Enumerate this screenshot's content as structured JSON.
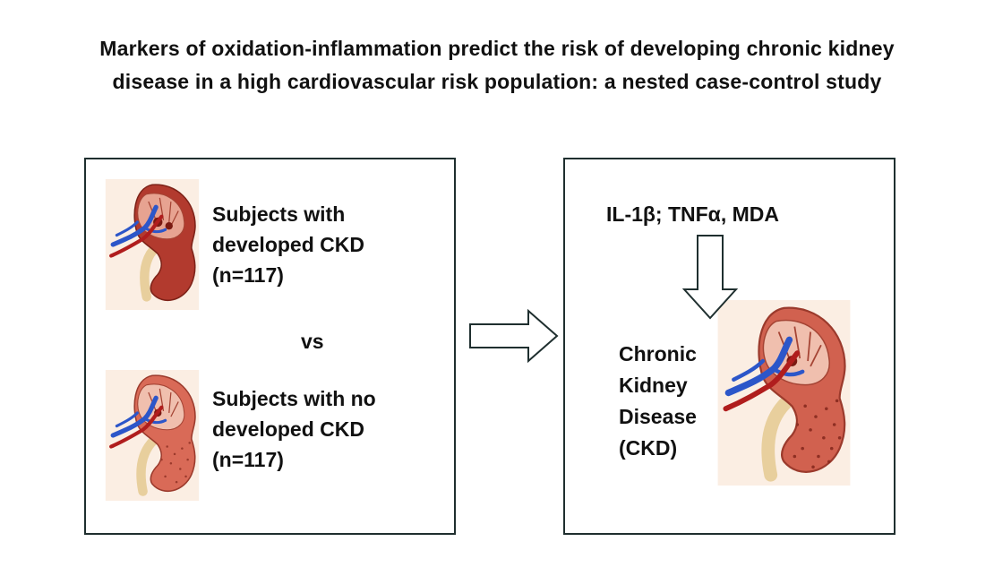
{
  "title": {
    "line1": "Markers of oxidation-inflammation predict the risk of developing chronic kidney",
    "line2": "disease in a high cardiovascular risk population: a nested case-control study"
  },
  "case_group": {
    "line1": "Subjects with",
    "line2": "developed CKD",
    "line3": "(n=117)"
  },
  "comparison": "vs",
  "control_group": {
    "line1": "Subjects with no",
    "line2": "developed CKD",
    "line3": "(n=117)"
  },
  "markers": "IL-1β; TNFα, MDA",
  "outcome": {
    "line1": "Chronic",
    "line2": "Kidney",
    "line3": "Disease",
    "line4": "(CKD)"
  },
  "icons": {
    "diseased_kidney": "kidney-illustration-icon",
    "healthy_kidney": "kidney-illustration-icon",
    "process_arrow": "right-arrow-icon",
    "marker_arrow": "down-arrow-icon"
  },
  "colors": {
    "kidney_red": "#b23a2e",
    "kidney_light": "#d96a57",
    "vein_blue": "#2c56c9",
    "artery_red": "#b01d1d",
    "ureter": "#e8cf9d",
    "box_border": "#1f2f2f"
  }
}
